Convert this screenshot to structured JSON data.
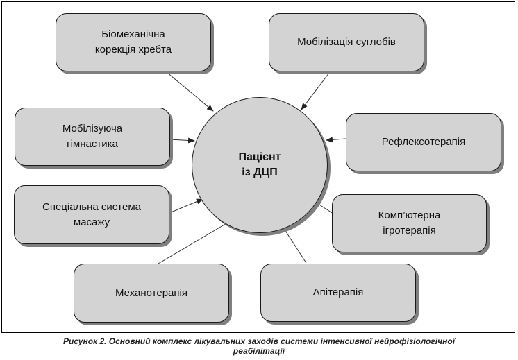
{
  "diagram": {
    "hub": "Пацієнт\nіз ДЦП",
    "nodes": {
      "spine": "Біомеханічна\nкорекція хребта",
      "joints": "Мобілізація суглобів",
      "gymnastics": "Мобілізуюча\nгімнастика",
      "reflexo": "Рефлексотерапія",
      "massage": "Спеціальна система\nмасажу",
      "computer_game": "Комп’ютерна\nігротерапія",
      "mechano": "Механотерапія",
      "api": "Апітерапія"
    }
  },
  "caption": {
    "line1": "Рисунок 2. Основний комплекс лікувальних заходів системи інтенсивної нейрофізіологічної",
    "line2": "реабілітації"
  },
  "colors": {
    "box_fill": "#d3d3d3",
    "shadow": "#7f7f7f",
    "line": "#333333"
  }
}
